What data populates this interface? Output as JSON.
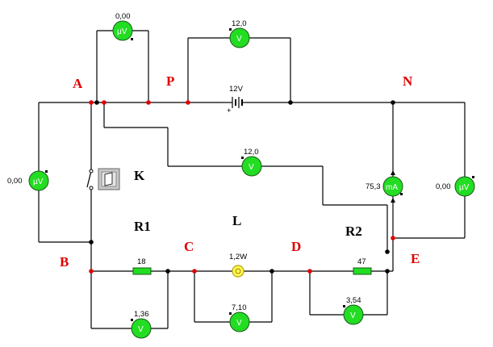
{
  "labels": {
    "nodes": {
      "A": "A",
      "P": "P",
      "N": "N",
      "B": "B",
      "C": "C",
      "D": "D",
      "E": "E"
    },
    "components": {
      "K": "K",
      "R1": "R1",
      "L": "L",
      "R2": "R2"
    }
  },
  "source": {
    "label": "12V",
    "plus": "+"
  },
  "resistors": {
    "R1": "18",
    "R2": "47"
  },
  "lamp": {
    "label": "1,2W"
  },
  "meters": {
    "uV_AP": {
      "value": "0,00",
      "unit": "µV"
    },
    "V_battery": {
      "value": "12,0",
      "unit": "V"
    },
    "V_AD": {
      "value": "12,0",
      "unit": "V"
    },
    "uV_AB": {
      "value": "0,00",
      "unit": "µV"
    },
    "mA_NE": {
      "value": "75,3",
      "unit": "mA"
    },
    "uV_right": {
      "value": "0,00",
      "unit": "µV"
    },
    "V_R1": {
      "value": "1,36",
      "unit": "V"
    },
    "V_L": {
      "value": "7,10",
      "unit": "V"
    },
    "V_R2": {
      "value": "3,54",
      "unit": "V"
    }
  },
  "colors": {
    "meter": "#22dd22",
    "node": "#e00000",
    "switch": "#c8c8c8"
  }
}
